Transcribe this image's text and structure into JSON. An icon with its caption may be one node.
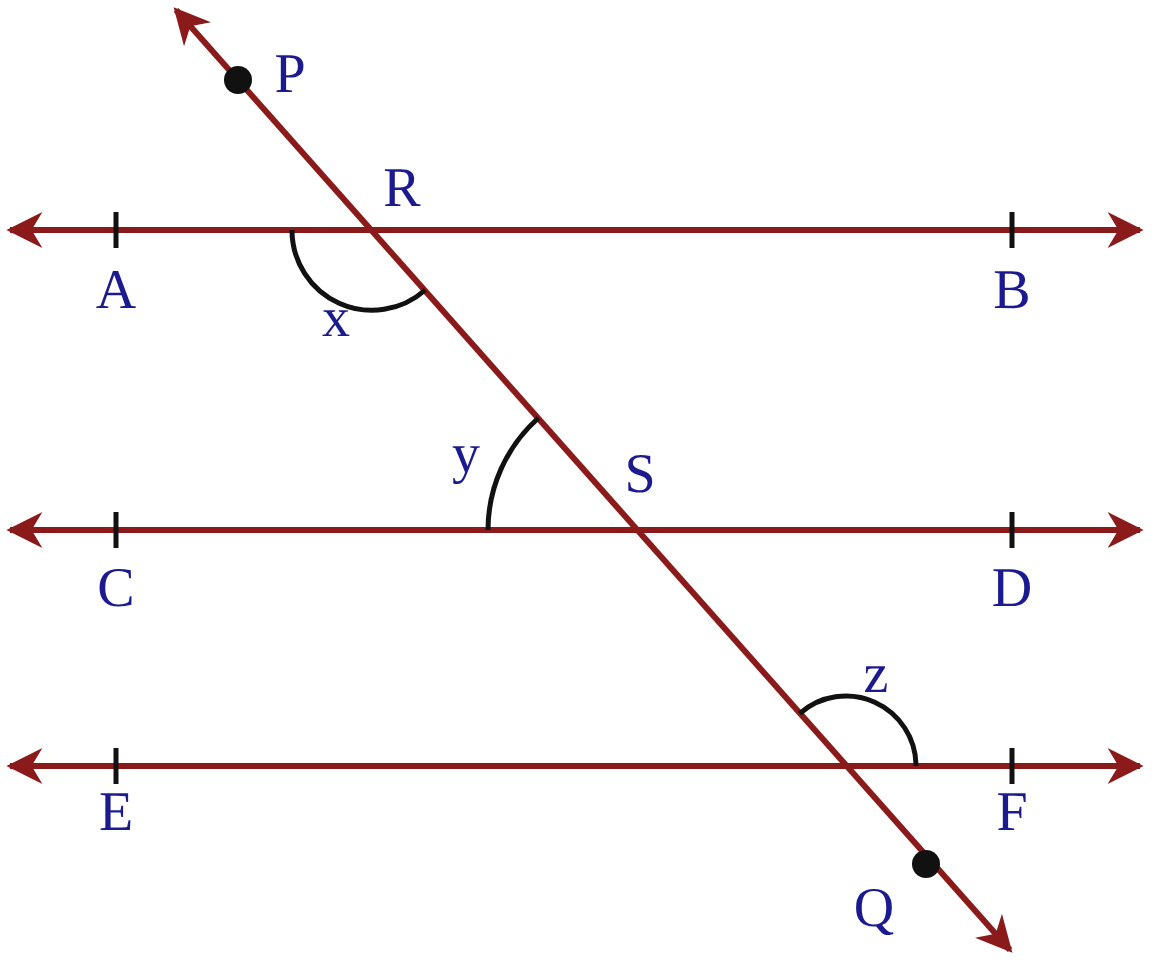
{
  "diagram": {
    "labels": [
      "P",
      "R",
      "A",
      "B",
      "x",
      "y",
      "S",
      "C",
      "D",
      "z",
      "E",
      "F",
      "Q"
    ]
  }
}
